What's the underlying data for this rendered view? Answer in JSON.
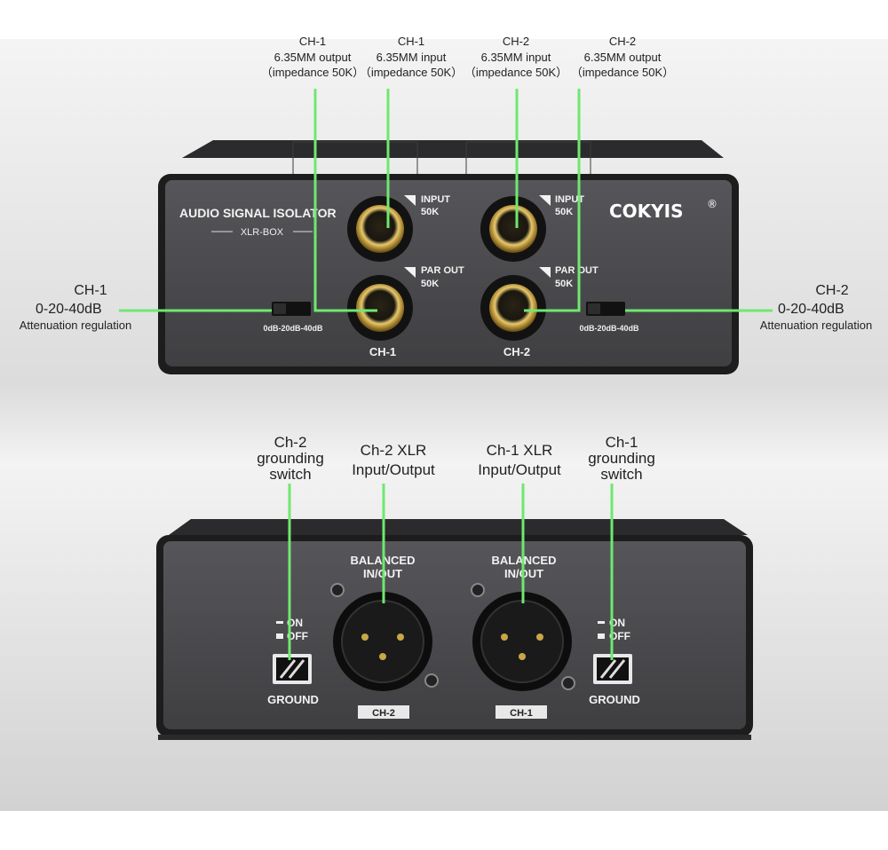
{
  "colors": {
    "accent_line": "#6fe86f",
    "device_body": "#4b4b4d",
    "device_edge": "#1f1f20",
    "connector_gold": "#c9a646"
  },
  "top_callouts": [
    {
      "line1": "CH-1",
      "line2": "6.35MM output",
      "line3": "（impedance 50K）"
    },
    {
      "line1": "CH-1",
      "line2": "6.35MM input",
      "line3": "（impedance 50K）"
    },
    {
      "line1": "CH-2",
      "line2": "6.35MM input",
      "line3": "（impedance 50K）"
    },
    {
      "line1": "CH-2",
      "line2": "6.35MM output",
      "line3": "（impedance 50K）"
    }
  ],
  "left_atten": {
    "line1": "CH-1",
    "line2": "0-20-40dB",
    "line3": "Attenuation regulation"
  },
  "right_atten": {
    "line1": "CH-2",
    "line2": "0-20-40dB",
    "line3": "Attenuation regulation"
  },
  "front_panel": {
    "brand_title": "AUDIO SIGNAL ISOLATOR",
    "model": "XLR-BOX",
    "logo": "COKYIS",
    "logo_mark": "®",
    "input_label": "INPUT",
    "input_imp": "50K",
    "par_out_label": "PAR OUT",
    "par_out_imp": "50K",
    "switch_scale": "0dB-20dB-40dB",
    "ch1": "CH-1",
    "ch2": "CH-2"
  },
  "bottom_callouts": [
    {
      "line1": "Ch-2",
      "line2": "grounding",
      "line3": "switch"
    },
    {
      "line1": "Ch-2 XLR",
      "line2": "Input/Output"
    },
    {
      "line1": "Ch-1 XLR",
      "line2": "Input/Output"
    },
    {
      "line1": "Ch-1",
      "line2": "grounding",
      "line3": "switch"
    }
  ],
  "back_panel": {
    "balanced": "BALANCED",
    "in_out": "IN/OUT",
    "on": "ON",
    "off": "OFF",
    "ground": "GROUND",
    "ch2": "CH-2",
    "ch1": "CH-1"
  }
}
